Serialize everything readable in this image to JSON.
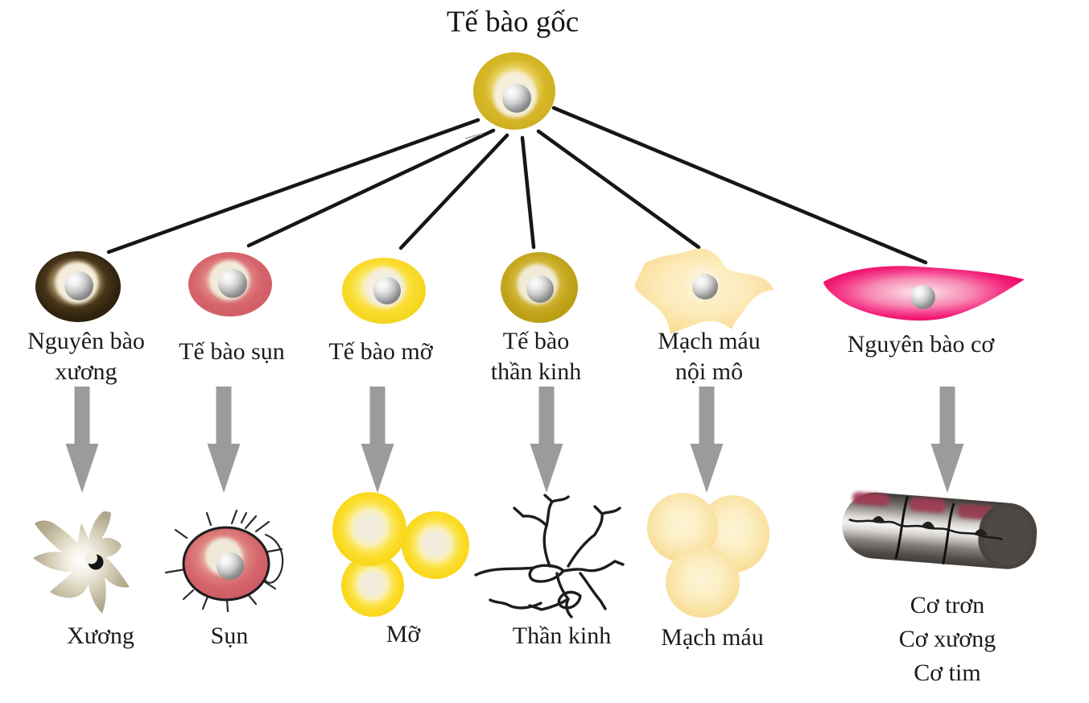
{
  "title": "Tế bào gốc",
  "progenitors": [
    {
      "name": "osteoblast",
      "lines": [
        "Nguyên bào",
        "xương"
      ]
    },
    {
      "name": "chondrocyte",
      "lines": [
        "Tế bào sụn"
      ]
    },
    {
      "name": "adipocyte",
      "lines": [
        "Tế bào mỡ"
      ]
    },
    {
      "name": "neural-cell",
      "lines": [
        "Tế bào",
        "thần kinh"
      ]
    },
    {
      "name": "endothelial",
      "lines": [
        "Mạch máu",
        "nội mô"
      ]
    },
    {
      "name": "myoblast",
      "lines": [
        "Nguyên bào cơ"
      ]
    }
  ],
  "tissues": [
    {
      "name": "bone",
      "lines": [
        "Xương"
      ]
    },
    {
      "name": "cartilage",
      "lines": [
        "Sụn"
      ]
    },
    {
      "name": "fat",
      "lines": [
        "Mỡ"
      ]
    },
    {
      "name": "nerve",
      "lines": [
        "Thần kinh"
      ]
    },
    {
      "name": "blood-vessel",
      "lines": [
        "Mạch máu"
      ]
    },
    {
      "name": "muscle",
      "lines": [
        "Cơ trơn",
        "Cơ xương",
        "Cơ tim"
      ]
    }
  ],
  "colors": {
    "stem_cell": "#d6b728",
    "osteoblast": "#31230f",
    "chondrocyte": "#d6646c",
    "adipocyte": "#f8d822",
    "neural_cell": "#c3a61d",
    "endothelial": "#fbdf9c",
    "myoblast": "#f11c74",
    "bone": "#b0a88c",
    "cartilage": "#d4646b",
    "fat": "#fbdd2b",
    "nerve": "#1d1d1d",
    "blood_vessel": "#fae3a4",
    "muscle_dark": "#49443f",
    "muscle_stripe": "#a23a55",
    "arrow": "#9b9b9b",
    "line": "#161616",
    "text": "#1c1c1c"
  }
}
